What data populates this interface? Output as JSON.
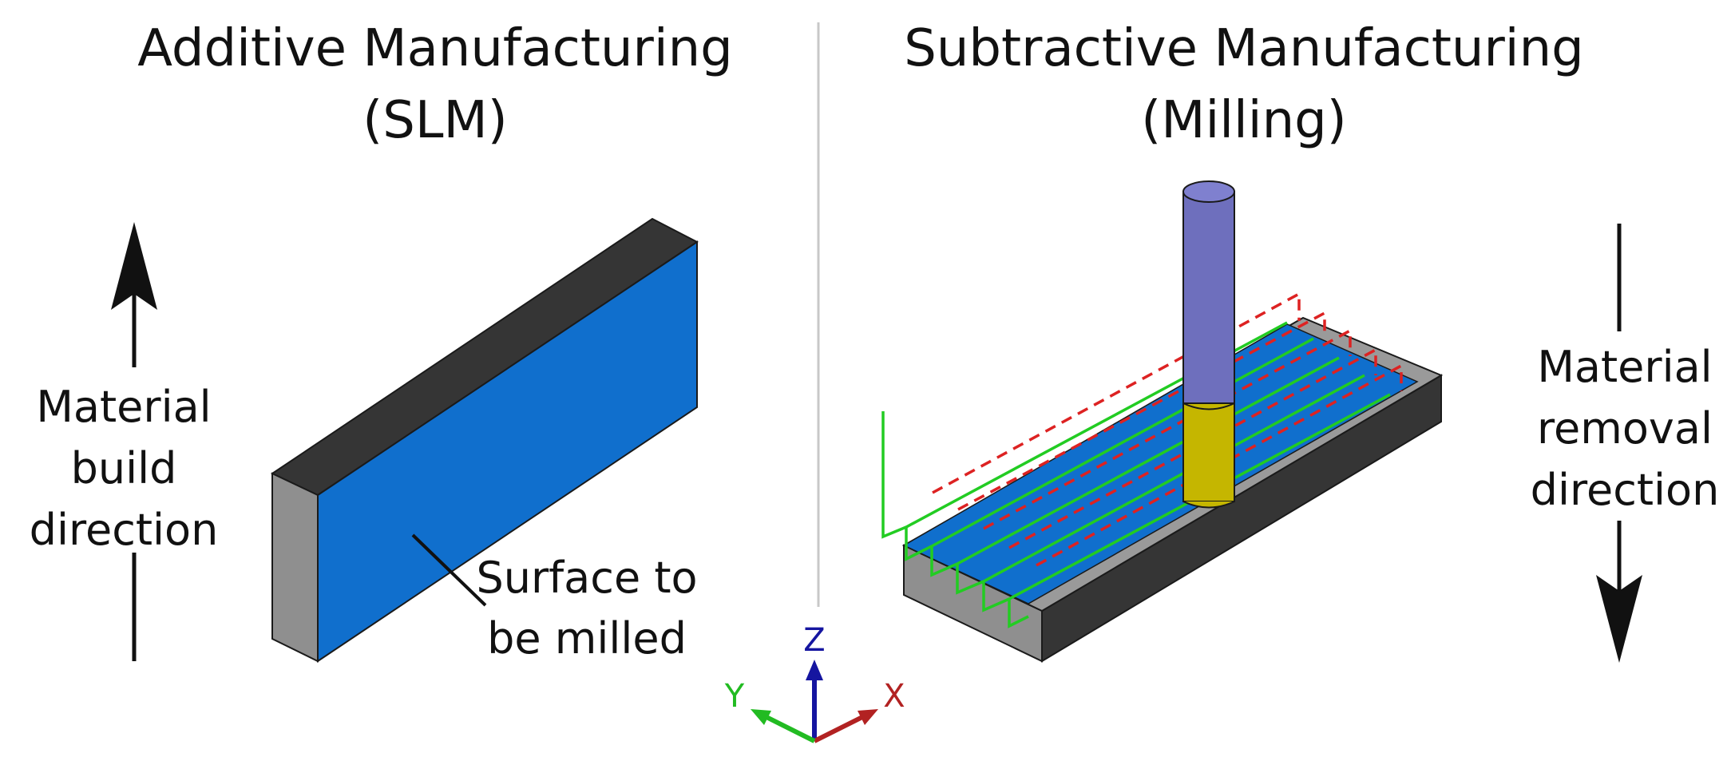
{
  "left": {
    "title_line1": "Additive Manufacturing",
    "title_line2": "(SLM)",
    "direction_line1": "Material",
    "direction_line2": "build",
    "direction_line3": "direction",
    "callout_line1": "Surface to",
    "callout_line2": "be milled"
  },
  "right": {
    "title_line1": "Subtractive Manufacturing",
    "title_line2": "(Milling)",
    "direction_line1": "Material",
    "direction_line2": "removal",
    "direction_line3": "direction"
  },
  "axes": {
    "x_label": "X",
    "y_label": "Y",
    "z_label": "Z"
  },
  "colors": {
    "surface_blue": "#106fcd",
    "dark_face": "#353535",
    "grey_face": "#8f8f8f",
    "tool_shank": "#6e6fbd",
    "tool_cutter": "#c5b600",
    "toolpath_green": "#22cc22",
    "toolpath_red": "#dd2222",
    "axis_x": "#b22222",
    "axis_y": "#22bb22",
    "axis_z": "#1515a0"
  }
}
